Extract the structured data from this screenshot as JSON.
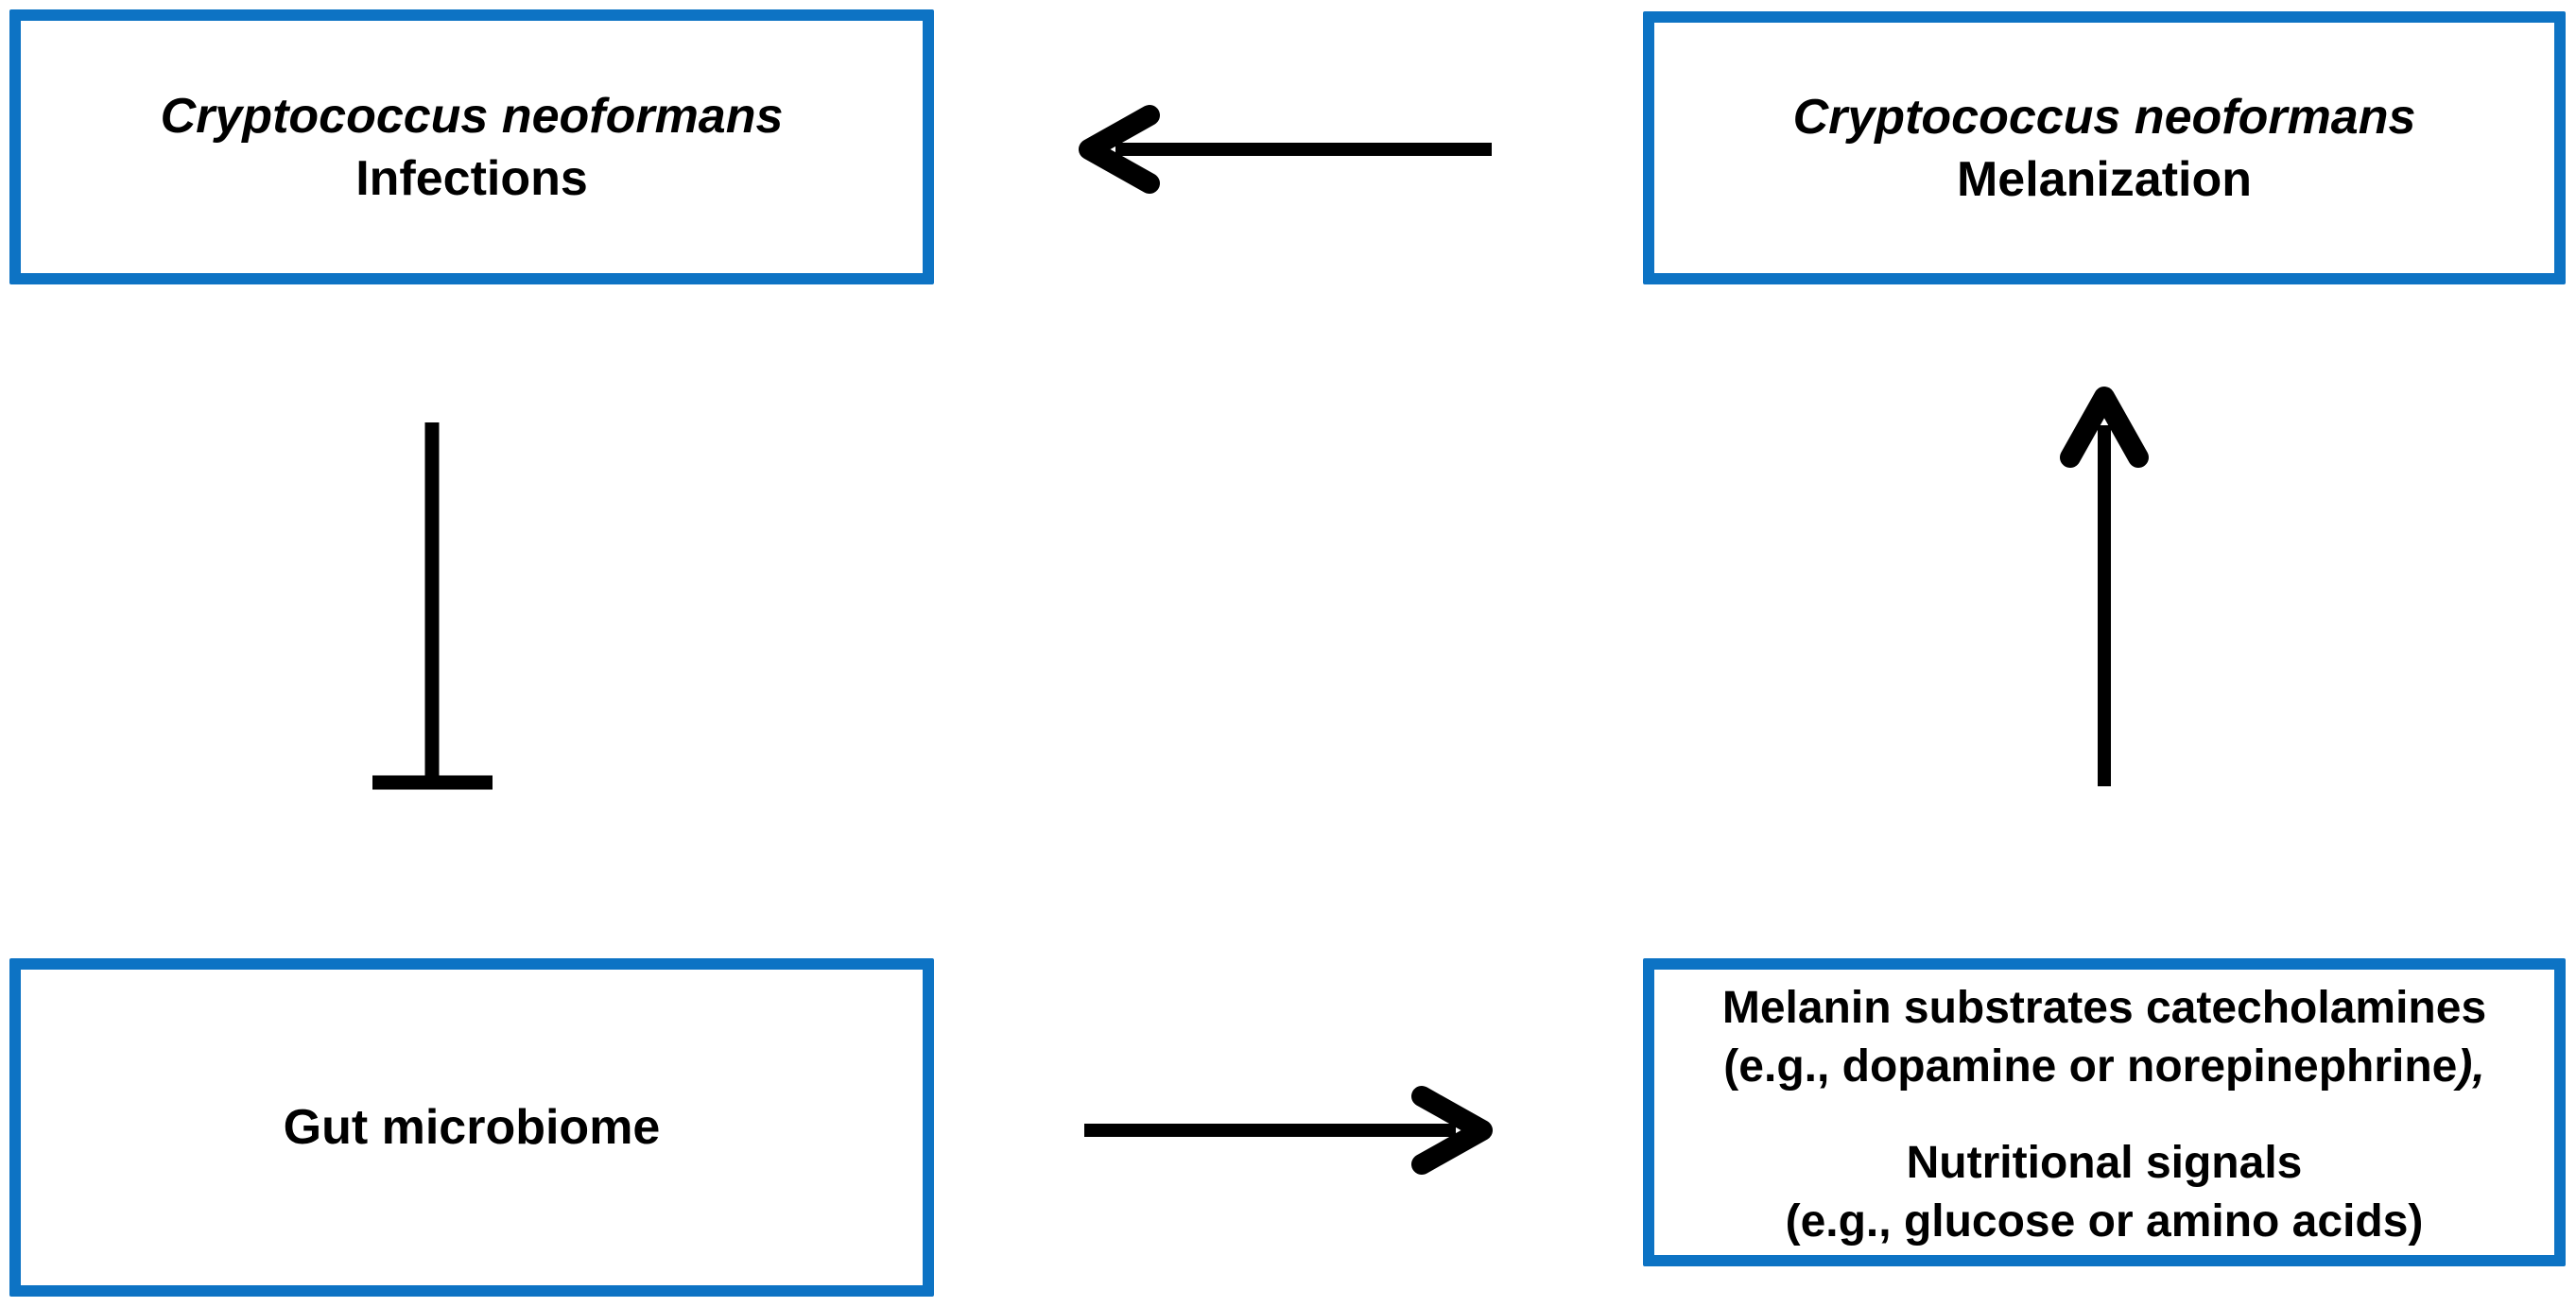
{
  "figure": {
    "background": "#ffffff",
    "colors": {
      "box_border": "#0d73c4",
      "line": "#000000",
      "text": "#000000"
    },
    "nodes": {
      "infections": {
        "species": "Cryptococcus neoformans",
        "label": "Infections"
      },
      "melanization": {
        "species": "Cryptococcus neoformans",
        "label": "Melanization"
      },
      "gut_microbiome": {
        "label": "Gut microbiome"
      },
      "signals": {
        "line1": "Melanin substrates catecholamines",
        "line2_main": "(e.g., dopamine or norepinephrine",
        "line2_suffix": "),",
        "line3": "Nutritional signals",
        "line4": "(e.g., glucose or amino acids)"
      }
    },
    "edges": [
      {
        "id": "melanization-to-infections",
        "from": "Cryptococcus neoformans Melanization",
        "to": "Cryptococcus neoformans Infections",
        "type": "activation-arrow",
        "direction": "left"
      },
      {
        "id": "infections-inhibits-gut-microbiome",
        "from": "Cryptococcus neoformans Infections",
        "to": "Gut microbiome",
        "type": "inhibition-bar",
        "direction": "down"
      },
      {
        "id": "gut-microbiome-to-signals",
        "from": "Gut microbiome",
        "to": "Melanin substrates / Nutritional signals",
        "type": "activation-arrow",
        "direction": "right"
      },
      {
        "id": "signals-to-melanization",
        "from": "Melanin substrates / Nutritional signals",
        "to": "Cryptococcus neoformans Melanization",
        "type": "activation-arrow",
        "direction": "up"
      }
    ]
  }
}
